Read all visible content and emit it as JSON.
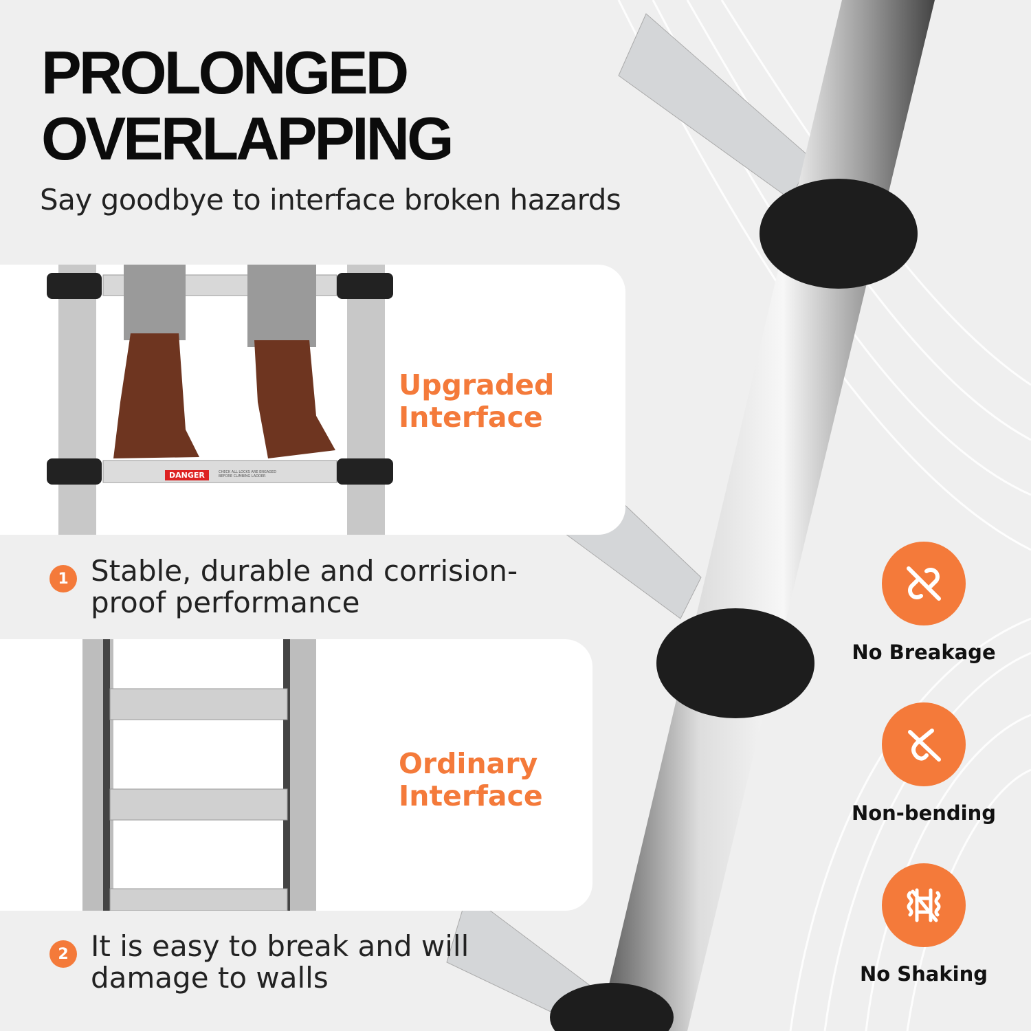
{
  "header": {
    "title_line1": "PROLONGED",
    "title_line2": "OVERLAPPING",
    "subtitle": "Say goodbye to interface broken hazards"
  },
  "comparison": {
    "upgraded": {
      "line1": "Upgraded",
      "line2": "Interface",
      "danger_label": "DANGER",
      "warning_text": "CHECK ALL LOCKS ARE ENGAGED BEFORE CLIMBING LADDER"
    },
    "ordinary": {
      "line1": "Ordinary",
      "line2": "Interface"
    }
  },
  "points": [
    {
      "number": "1",
      "text": "Stable, durable and corrision-proof performance"
    },
    {
      "number": "2",
      "text": "It is easy to break and will damage to walls"
    }
  ],
  "features": [
    {
      "label": "No Breakage",
      "icon": "broken-link-icon"
    },
    {
      "label": "Non-bending",
      "icon": "no-bend-icon"
    },
    {
      "label": "No Shaking",
      "icon": "no-shake-icon"
    }
  ],
  "colors": {
    "accent": "#f47a3a",
    "text": "#111111",
    "background": "#efefef"
  }
}
